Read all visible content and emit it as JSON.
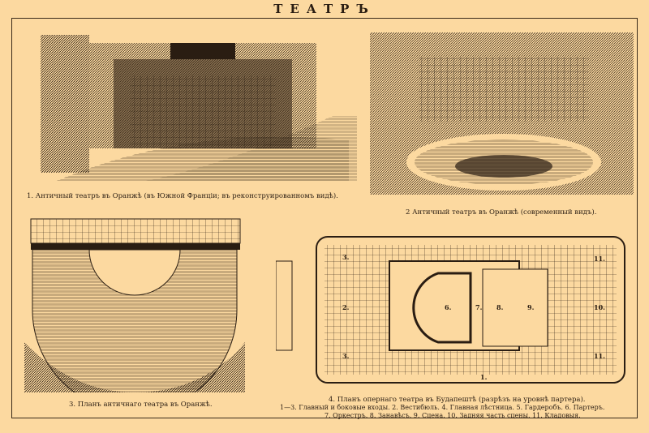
{
  "page_title": "ТЕАТРЪ",
  "figures": [
    {
      "caption": "1. Античный театръ въ Оранжѣ (въ Южной Франціи; въ реконструированномъ видѣ)."
    },
    {
      "caption": "2 Античный театръ въ Оранжѣ (современный видъ)."
    },
    {
      "caption": "3. Планъ античнаго театра въ Оранжѣ."
    },
    {
      "caption": "4. Планъ опернаго театра въ Будапештѣ (разрѣзъ на уровнѣ партера).",
      "legend_line1": "1—3. Главный и боковые входы. 2. Вестибюль. 4. Главная лѣстница. 5. Гардеробъ. 6. Партеръ.",
      "legend_line2": "7. Оркестръ. 8. Занавѣсъ. 9. Сцена. 10. Задняя часть сцены. 11. Кладовыя.",
      "plan_labels": [
        "3.",
        "2.",
        "3.",
        "6.",
        "7.",
        "8.",
        "9.",
        "10.",
        "11.",
        "11.",
        "1."
      ]
    }
  ],
  "colors": {
    "paper": "#fcd9a0",
    "ink": "#2a1d12"
  }
}
